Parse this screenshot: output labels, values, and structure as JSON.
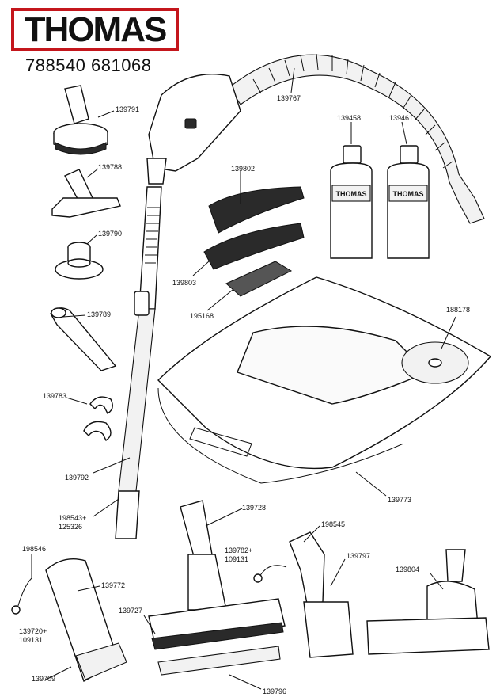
{
  "brand": {
    "logo_text": "THOMAS",
    "accent_color": "#c4161c"
  },
  "document_code": "788540 681068",
  "parts": [
    {
      "id": "p139791",
      "number": "139791"
    },
    {
      "id": "p139788",
      "number": "139788"
    },
    {
      "id": "p139790",
      "number": "139790"
    },
    {
      "id": "p139789",
      "number": "139789"
    },
    {
      "id": "p139783",
      "number": "139783"
    },
    {
      "id": "p139792",
      "number": "139792"
    },
    {
      "id": "p198543",
      "number": "198543+"
    },
    {
      "id": "p125326",
      "number": "125326"
    },
    {
      "id": "p139767",
      "number": "139767"
    },
    {
      "id": "p139802",
      "number": "139802"
    },
    {
      "id": "p139803",
      "number": "139803"
    },
    {
      "id": "p195168",
      "number": "195168"
    },
    {
      "id": "p139458",
      "number": "139458"
    },
    {
      "id": "p139461",
      "number": "139461"
    },
    {
      "id": "p188178",
      "number": "188178"
    },
    {
      "id": "p139773",
      "number": "139773"
    },
    {
      "id": "p198546",
      "number": "198546"
    },
    {
      "id": "p139772",
      "number": "139772"
    },
    {
      "id": "p139720",
      "number": "139720+"
    },
    {
      "id": "p109131a",
      "number": "109131"
    },
    {
      "id": "p139709",
      "number": "139709"
    },
    {
      "id": "p139728",
      "number": "139728"
    },
    {
      "id": "p139727",
      "number": "139727"
    },
    {
      "id": "p139796",
      "number": "139796"
    },
    {
      "id": "p139782",
      "number": "139782+"
    },
    {
      "id": "p109131b",
      "number": "109131"
    },
    {
      "id": "p198545",
      "number": "198545"
    },
    {
      "id": "p139797",
      "number": "139797"
    },
    {
      "id": "p139804",
      "number": "139804"
    }
  ],
  "bottle_label": "THOMAS",
  "icons": [
    "crevice-nozzle-icon",
    "upholstery-nozzle-icon",
    "hose-icon",
    "bottle-icon",
    "floor-nozzle-icon",
    "bag-icon",
    "cd-icon"
  ]
}
